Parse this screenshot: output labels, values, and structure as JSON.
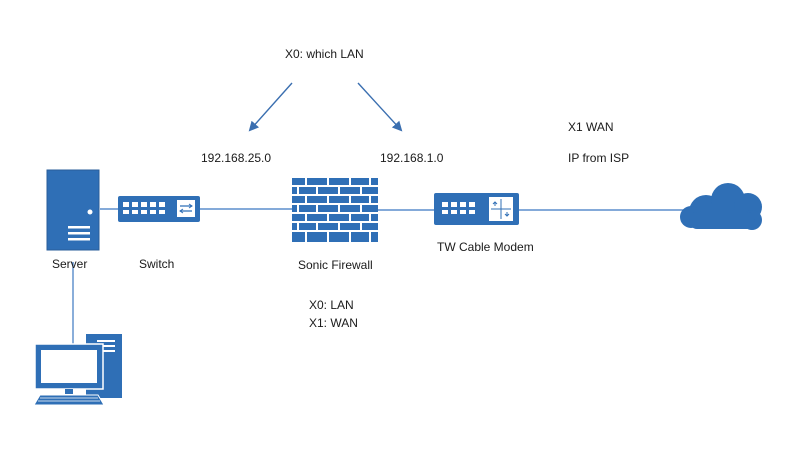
{
  "colors": {
    "device_blue": "#2f6fb6",
    "device_dark": "#2a5d9a",
    "link_line": "#3b78c2",
    "arrow": "#3b6fb0",
    "text": "#1a1a1a"
  },
  "icons": {
    "server": "server-icon",
    "switch": "network-switch-icon",
    "firewall": "firewall-brick-icon",
    "modem": "cable-modem-icon",
    "cloud": "internet-cloud-icon",
    "computer": "desktop-computer-icon"
  },
  "labels": {
    "title_note": "X0: which LAN",
    "subnet_left": "192.168.25.0",
    "subnet_right": "192.168.1.0",
    "wan_port": "X1 WAN",
    "wan_ip": "IP from ISP",
    "server": "Server",
    "switch": "Switch",
    "firewall": "Sonic Firewall",
    "modem": "TW Cable Modem",
    "port_x0": "X0: LAN",
    "port_x1": "X1: WAN"
  }
}
